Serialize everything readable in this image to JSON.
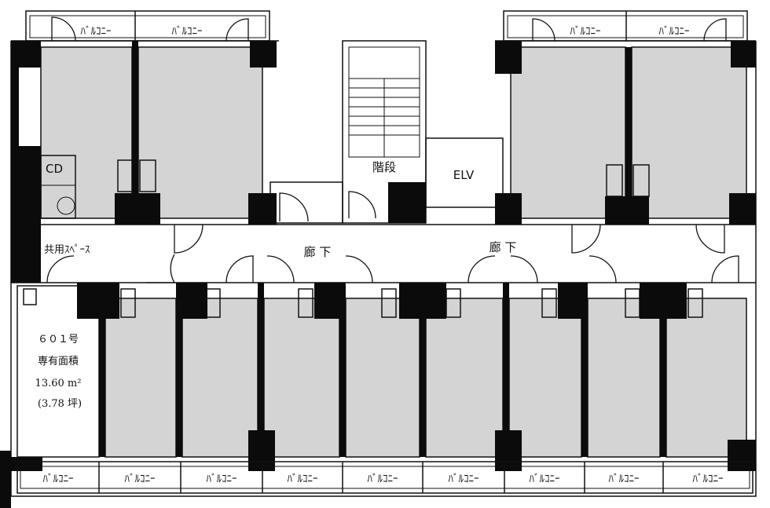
{
  "labels": {
    "balcony": "ﾊﾞﾙｺﾆｰ",
    "stairs": "階段",
    "elevator": "ELV",
    "corridor_left": "廊 下",
    "corridor_right": "廊 下",
    "shared_area": "共用ｽﾍﾟｰｽ",
    "cd": "CD"
  },
  "unit_info": {
    "number": "６０１号",
    "area_label": "専有面積",
    "area_sqm": "13.60 m²",
    "area_tsubo": "(3.78 坪)"
  }
}
